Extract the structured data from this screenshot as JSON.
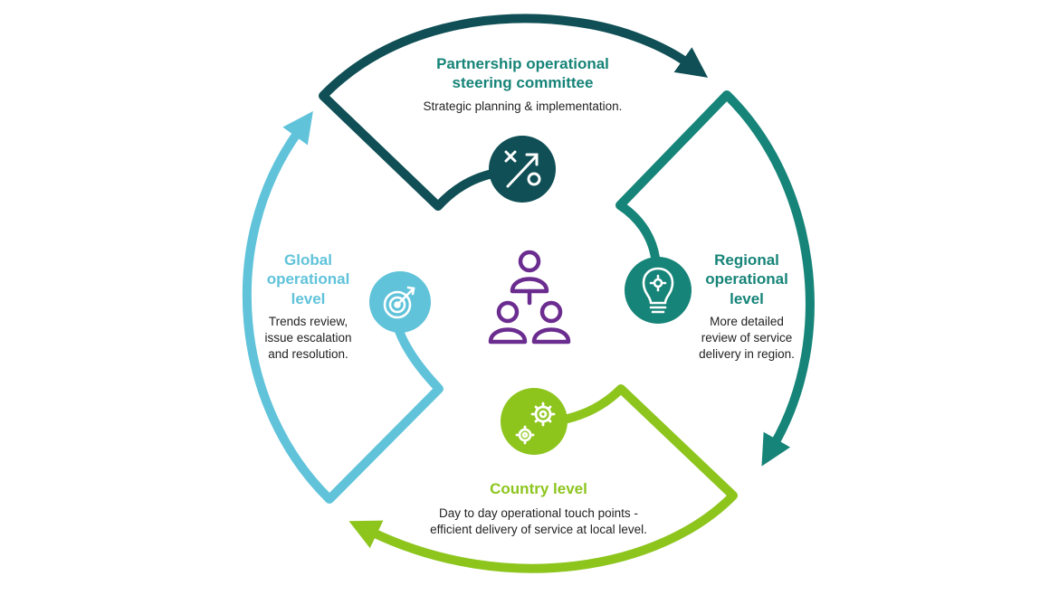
{
  "colors": {
    "committee": "#0f4f55",
    "regional": "#168478",
    "country": "#8dc51d",
    "global": "#60c3da",
    "center": "#6b2c8f",
    "text": "#222222"
  },
  "center": {
    "icon": "hierarchy-people-icon"
  },
  "stages": [
    {
      "id": "committee",
      "title_lines": [
        "Partnership operational",
        "steering committee"
      ],
      "desc_lines": [
        "Strategic planning & implementation."
      ],
      "icon": "strategy-x-arrow-o-icon"
    },
    {
      "id": "regional",
      "title_lines": [
        "Regional",
        "operational",
        "level"
      ],
      "desc_lines": [
        "More detailed",
        "review of service",
        "delivery in region."
      ],
      "icon": "lightbulb-gear-icon"
    },
    {
      "id": "country",
      "title_lines": [
        "Country level"
      ],
      "desc_lines": [
        "Day to day operational touch points -",
        "efficient delivery of service at local level."
      ],
      "icon": "gears-icon"
    },
    {
      "id": "global",
      "title_lines": [
        "Global",
        "operational",
        "level"
      ],
      "desc_lines": [
        "Trends review,",
        "issue escalation",
        "and resolution."
      ],
      "icon": "target-icon"
    }
  ]
}
